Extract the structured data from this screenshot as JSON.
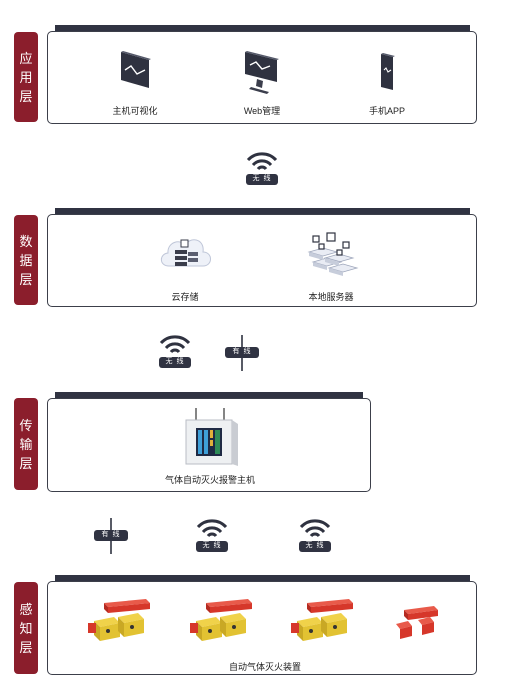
{
  "layers": [
    {
      "id": "app",
      "label_chars": [
        "应",
        "用",
        "层"
      ],
      "items": [
        "主机可视化",
        "Web管理",
        "手机APP"
      ]
    },
    {
      "id": "data",
      "label_chars": [
        "数",
        "据",
        "层"
      ],
      "items": [
        "云存储",
        "本地服务器"
      ]
    },
    {
      "id": "transport",
      "label_chars": [
        "传",
        "输",
        "层"
      ],
      "items": [
        "气体自动灭火报警主机"
      ]
    },
    {
      "id": "sense",
      "label_chars": [
        "感",
        "知",
        "层"
      ],
      "caption": "自动气体灭火装置"
    }
  ],
  "links": {
    "wireless_label": "无 线",
    "wired_label": "有 线"
  },
  "colors": {
    "tag_red": "#8b1e2c",
    "dark_bar": "#303342",
    "device_red": "#d6372a",
    "device_yellow": "#e2c232"
  }
}
